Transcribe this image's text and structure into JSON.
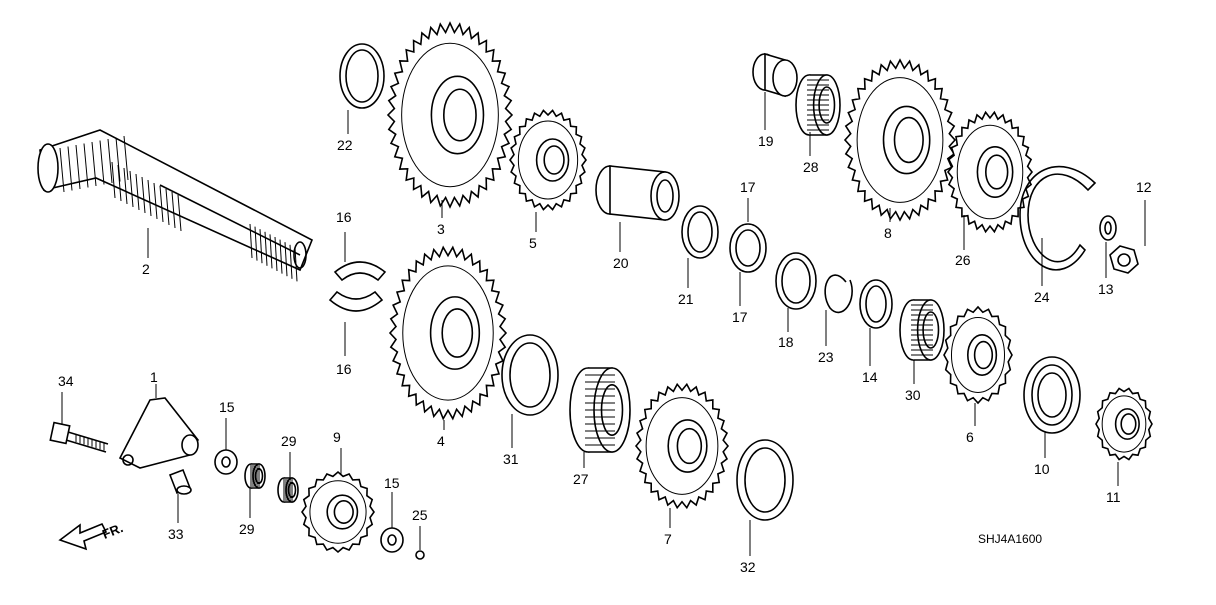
{
  "diagram_code": "SHJ4A1600",
  "front_arrow_label": "FR.",
  "callouts": {
    "p1": "1",
    "p2": "2",
    "p3": "3",
    "p4": "4",
    "p5": "5",
    "p6": "6",
    "p7": "7",
    "p8": "8",
    "p9": "9",
    "p10": "10",
    "p11": "11",
    "p12": "12",
    "p13": "13",
    "p14": "14",
    "p15a": "15",
    "p15b": "15",
    "p16a": "16",
    "p16b": "16",
    "p17a": "17",
    "p17b": "17",
    "p18": "18",
    "p19": "19",
    "p20": "20",
    "p21": "21",
    "p22": "22",
    "p23": "23",
    "p24": "24",
    "p25": "25",
    "p26": "26",
    "p27": "27",
    "p28": "28",
    "p29a": "29",
    "p29b": "29",
    "p30": "30",
    "p31": "31",
    "p32": "32",
    "p33": "33",
    "p34": "34"
  },
  "colors": {
    "line": "#000000",
    "background": "#ffffff"
  }
}
